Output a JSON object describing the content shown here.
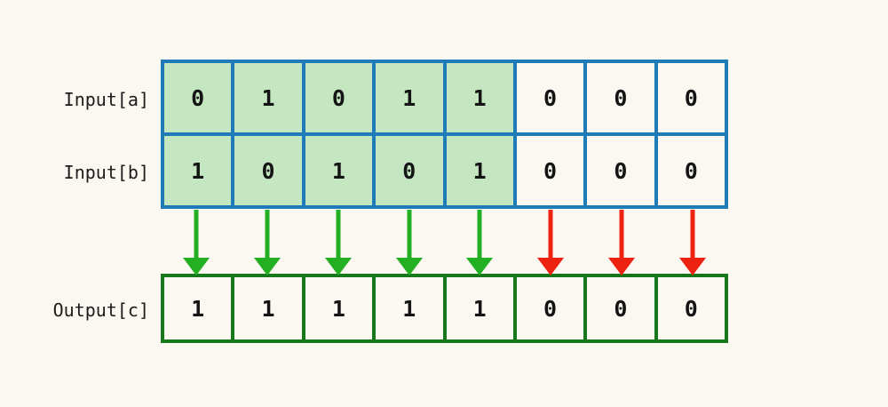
{
  "diagram": {
    "title": "bitwise-or-operation-diagram",
    "background_color": "#fbf8f2",
    "colors": {
      "input_border": "#1f7ab8",
      "input_highlight_fill": "#c4e7c1",
      "output_border": "#18771a",
      "arrow_active": "#22b022",
      "arrow_inactive": "#ee2211",
      "text": "#141414"
    },
    "rows": [
      {
        "id": "input-a",
        "label": "Input[a]",
        "cells": [
          {
            "value": "0",
            "highlighted": true
          },
          {
            "value": "1",
            "highlighted": true
          },
          {
            "value": "0",
            "highlighted": true
          },
          {
            "value": "1",
            "highlighted": true
          },
          {
            "value": "1",
            "highlighted": true
          },
          {
            "value": "0",
            "highlighted": false
          },
          {
            "value": "0",
            "highlighted": false
          },
          {
            "value": "0",
            "highlighted": false
          }
        ]
      },
      {
        "id": "input-b",
        "label": "Input[b]",
        "cells": [
          {
            "value": "1",
            "highlighted": true
          },
          {
            "value": "0",
            "highlighted": true
          },
          {
            "value": "1",
            "highlighted": true
          },
          {
            "value": "0",
            "highlighted": true
          },
          {
            "value": "1",
            "highlighted": true
          },
          {
            "value": "0",
            "highlighted": false
          },
          {
            "value": "0",
            "highlighted": false
          },
          {
            "value": "0",
            "highlighted": false
          }
        ]
      },
      {
        "id": "output-c",
        "label": "Output[c]",
        "cells": [
          {
            "value": "1",
            "highlighted": false
          },
          {
            "value": "1",
            "highlighted": false
          },
          {
            "value": "1",
            "highlighted": false
          },
          {
            "value": "1",
            "highlighted": false
          },
          {
            "value": "1",
            "highlighted": false
          },
          {
            "value": "0",
            "highlighted": false
          },
          {
            "value": "0",
            "highlighted": false
          },
          {
            "value": "0",
            "highlighted": false
          }
        ]
      }
    ],
    "arrows": [
      {
        "column": 0,
        "color": "#22b022"
      },
      {
        "column": 1,
        "color": "#22b022"
      },
      {
        "column": 2,
        "color": "#22b022"
      },
      {
        "column": 3,
        "color": "#22b022"
      },
      {
        "column": 4,
        "color": "#22b022"
      },
      {
        "column": 5,
        "color": "#ee2211"
      },
      {
        "column": 6,
        "color": "#ee2211"
      },
      {
        "column": 7,
        "color": "#ee2211"
      }
    ]
  }
}
